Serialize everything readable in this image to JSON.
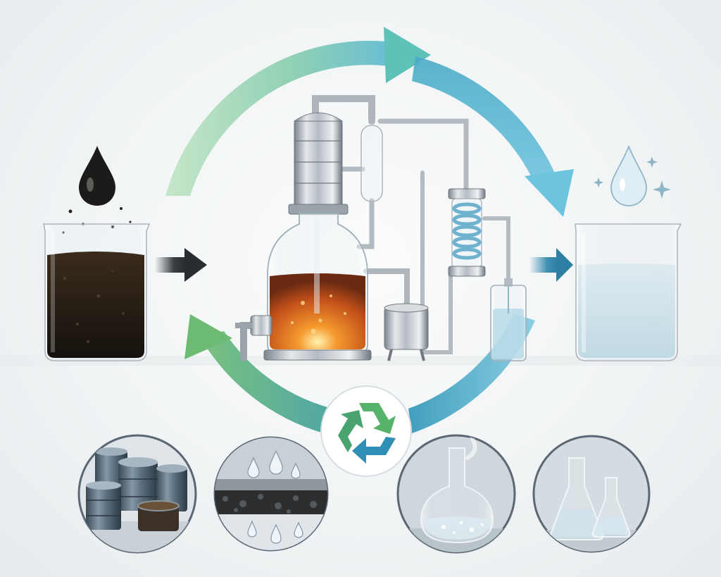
{
  "diagram": {
    "stages": [
      {
        "id": "dirty-solvent",
        "icon": "oil-drop-icon"
      },
      {
        "id": "distillation-apparatus",
        "icon": "distillation-icon"
      },
      {
        "id": "clean-solvent",
        "icon": "water-drop-icon"
      }
    ],
    "cycle_arrows": [
      {
        "id": "top-left-arc",
        "color": "#9fd3a6"
      },
      {
        "id": "top-right-arc",
        "color": "#5fb3cf"
      },
      {
        "id": "bottom-left-arc",
        "color": "#6fbf7a"
      },
      {
        "id": "bottom-right-arc",
        "color": "#4aa7c8"
      }
    ],
    "flow_arrows": [
      {
        "id": "left-flow-arrow",
        "color": "#3a3d40"
      },
      {
        "id": "right-flow-arrow",
        "color": "#3f8fb3"
      }
    ],
    "thumbnails": [
      {
        "id": "waste-barrels",
        "icon": "barrel-icon"
      },
      {
        "id": "filter-media",
        "icon": "filter-icon"
      },
      {
        "id": "boiling-flask",
        "icon": "flask-icon"
      },
      {
        "id": "clean-flasks",
        "icon": "erlenmeyer-icon"
      }
    ],
    "center_badge": {
      "icon": "recycle-icon"
    },
    "colors": {
      "dirty_liquid": "#2a1e14",
      "heated_liquid": "#d8651c",
      "clean_liquid": "#cfe4ec",
      "steel": "#b9c0c6",
      "glass": "#e9f1f4",
      "recycle_green": "#4fae62",
      "recycle_blue": "#2f8fb4"
    }
  }
}
